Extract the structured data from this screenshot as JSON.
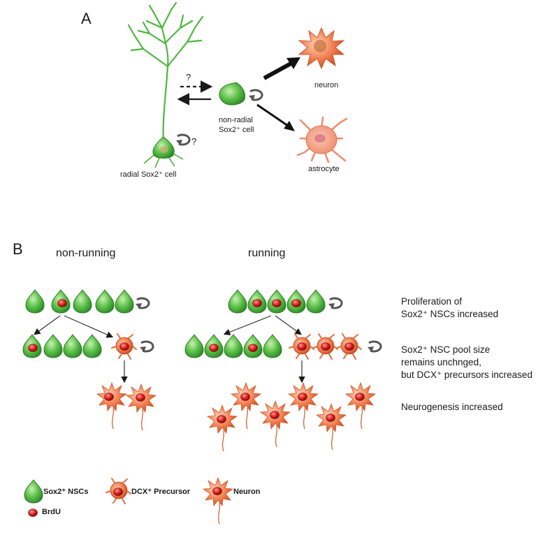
{
  "panelA": {
    "letter": "A",
    "radial_label": "radial Sox2⁺ cell",
    "nonradial_line1": "non-radial",
    "nonradial_line2": "Sox2⁺ cell",
    "neuron_label": "neuron",
    "astrocyte_label": "astrocyte",
    "question_mark": "?"
  },
  "panelB": {
    "letter": "B",
    "nonrunning_title": "non-running",
    "running_title": "running",
    "desc1_line1": "Proliferation of",
    "desc1_line2": "Sox2⁺ NSCs increased",
    "desc2_line1": "Sox2⁺ NSC pool size",
    "desc2_line2": "remains unchnged,",
    "desc2_line3": "but DCX⁺ precursors increased",
    "desc3": "Neurogenesis increased"
  },
  "legend": {
    "nsc": "Sox2⁺ NSCs",
    "dcx": "DCX⁺ Precursor",
    "neuron": "Neuron",
    "brdu": "BrdU"
  },
  "colors": {
    "nsc_green": "#5cc14a",
    "brdu_red": "#d91c1c",
    "neuron_orange": "#f07a4a",
    "astrocyte_pink": "#f4a58c"
  }
}
